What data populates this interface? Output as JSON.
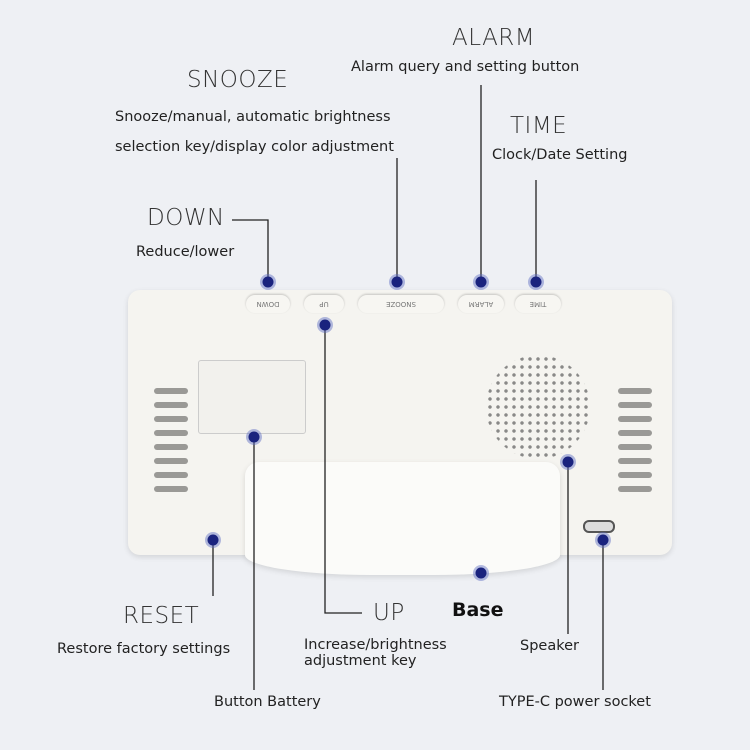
{
  "labels": {
    "alarm": {
      "title": "ALARM",
      "desc": "Alarm query and setting button"
    },
    "snooze": {
      "title": "SNOOZE",
      "desc1": "Snooze/manual, automatic brightness",
      "desc2": "selection key/display color adjustment"
    },
    "time": {
      "title": "TIME",
      "desc": "Clock/Date Setting"
    },
    "down": {
      "title": "DOWN",
      "desc": "Reduce/lower"
    },
    "reset": {
      "title": "RESET",
      "desc": "Restore factory settings"
    },
    "up": {
      "title": "UP",
      "desc1": "Increase/brightness",
      "desc2": "adjustment key"
    },
    "base": {
      "title": "Base"
    },
    "speaker": {
      "title": "Speaker"
    },
    "battery": {
      "title": "Button Battery"
    },
    "typec": {
      "title": "TYPE-C power socket"
    }
  },
  "device_buttons": [
    "DOWN",
    "UP",
    "SNOOZE",
    "ALARM",
    "TIME"
  ],
  "colors": {
    "dot": "#1a237e",
    "dot_glow": "#5c6bc0",
    "line": "#222222"
  }
}
